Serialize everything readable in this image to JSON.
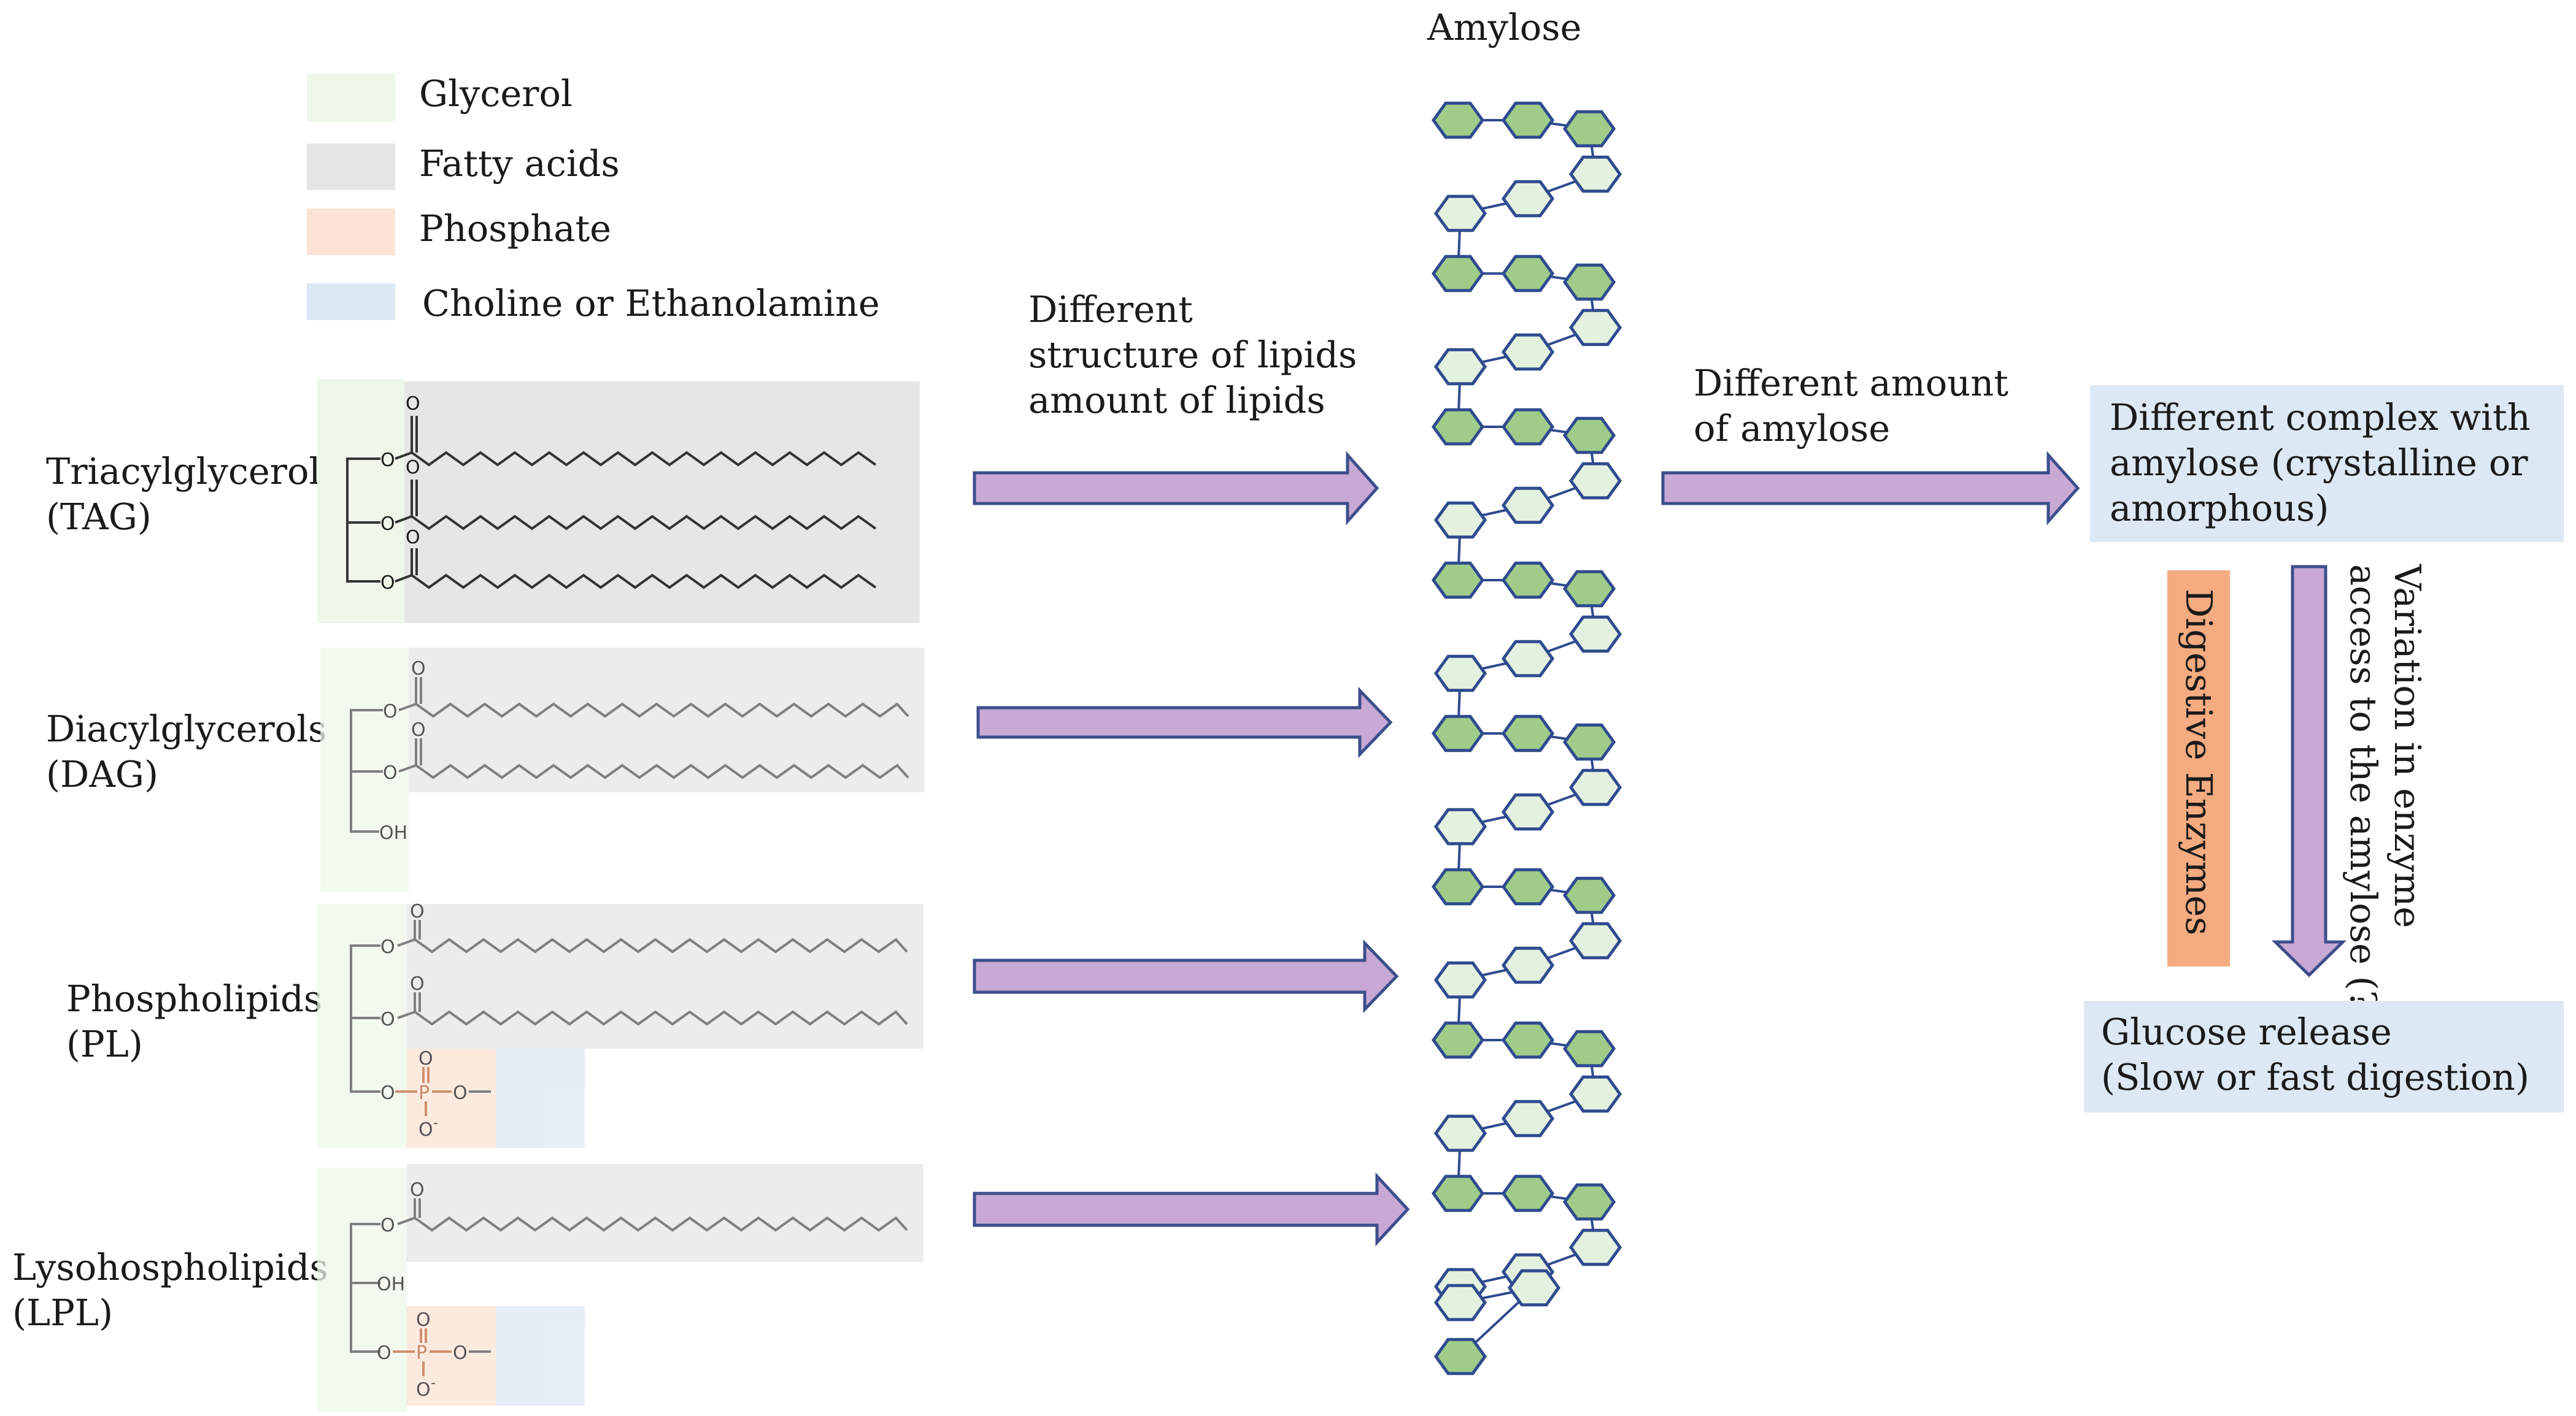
{
  "legend": {
    "glycerol": "Glycerol",
    "fatty_acids": "Fatty acids",
    "phosphate": "Phosphate",
    "choline": "Choline or Ethanolamine"
  },
  "lipids": [
    {
      "name": "Triacylglycerols",
      "abbr": "(TAG)"
    },
    {
      "name": "Diacylglycerols",
      "abbr": "(DAG)"
    },
    {
      "name": "Phospholipids",
      "abbr": "(PL)"
    },
    {
      "name": "Lysohospholipids",
      "abbr": "(LPL)"
    }
  ],
  "chem": {
    "o": "O",
    "oh": "OH",
    "p": "P",
    "ominus": "O",
    "minus": "-"
  },
  "labels": {
    "amylose_title": "Amylose",
    "lipid_effect": [
      "Different",
      "structure of lipids",
      "amount of lipids"
    ],
    "amylose_effect": [
      "Different amount",
      "of amylose"
    ],
    "complex": [
      "Different complex with",
      "amylose (crystalline or",
      "amorphous)"
    ],
    "digestive_enzymes": "Digestive Enzymes",
    "variation": [
      "Variation in enzyme",
      "access to the amylose (?)"
    ],
    "glucose": [
      "Glucose release",
      "(Slow or fast digestion)"
    ]
  },
  "colors": {
    "glycerol": "#eef7ea",
    "fatty_acids": "#e6e6e6",
    "phosphate": "#fbe3d5",
    "choline": "#dde8f5",
    "arrow_fill": "#c8a8d4",
    "arrow_stroke": "#3d4e8c",
    "hex_dark": "#9fcc88",
    "hex_light": "#e3f1df",
    "hex_stroke": "#2f4b8f",
    "enzyme_box": "#f4ab80",
    "result_box": "#dce8f4"
  }
}
